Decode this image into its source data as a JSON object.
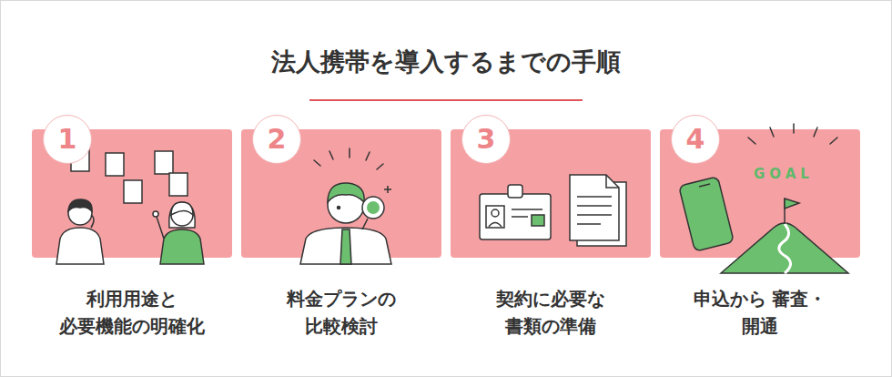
{
  "diagram": {
    "title": "法人携帯を導入するまでの手順",
    "nodes": [
      {
        "text": [
          "利用用途と 必要機能の明確化"
        ]
      },
      {
        "text": [
          "1"
        ],
        "in": 0
      },
      {
        "text": [
          "料金プランの 比較検討"
        ]
      },
      {
        "text": [
          "2"
        ],
        "in": 2
      },
      {
        "text": [
          "契約に必要な 書類の準備"
        ]
      },
      {
        "text": [
          "3"
        ],
        "in": 4
      },
      {
        "text": [
          "申込から 審査・開通"
        ]
      },
      {
        "text": [
          "4"
        ],
        "in": 6
      }
    ],
    "labels": [
      "GOAL"
    ]
  }
}
